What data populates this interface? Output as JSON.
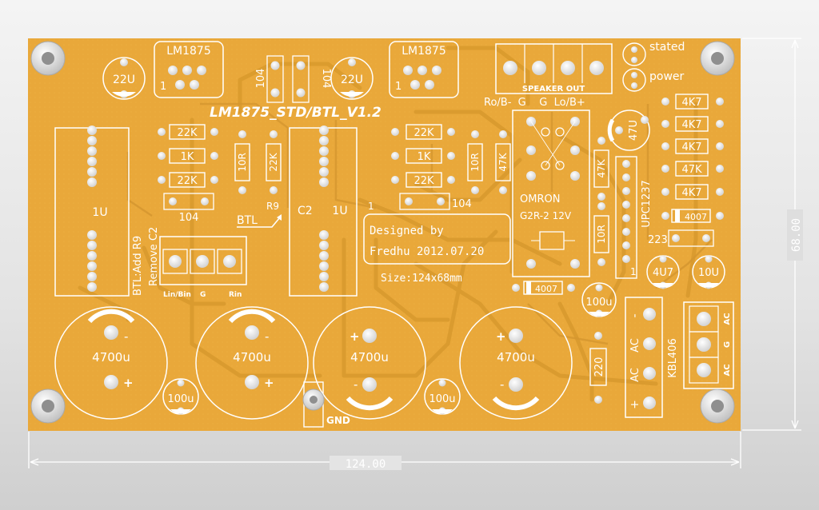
{
  "board": {
    "title": "LM1875_STD/BTL_V1.2",
    "designed_by": "Designed by",
    "designer_date": "Fredhu 2012.07.20",
    "size": "Size:124x68mm",
    "width_dim": "124.00",
    "height_dim": "68.00",
    "colors": {
      "board": "#e8a93a",
      "silk": "#ffffff",
      "pad": "#f2f2f2",
      "background": "#e6e6e6"
    }
  },
  "labels": {
    "lm1875_left": "LM1875",
    "lm1875_right": "LM1875",
    "c22u_left": "22U",
    "c22u_right": "22U",
    "cap104_a": "104",
    "cap104_b": "104",
    "cap104_c": "104",
    "cap104_d": "104",
    "r22k_1": "22K",
    "r1k_1": "1K",
    "r22k_2": "22K",
    "r10r_1": "10R",
    "r22k_v1": "22K",
    "r9": "R9",
    "r22k_3": "22K",
    "r1k_2": "1K",
    "r22k_4": "22K",
    "r10r_2": "10R",
    "r47k_1": "47K",
    "r47k_2": "47K",
    "r10r_3": "10R",
    "heatsink_left": "1U",
    "heatsink_right": "1U",
    "c2": "C2",
    "btl_arrow": "BTL",
    "btl_note1": "BTL:Add R9",
    "btl_note2": "Remove C2",
    "input_lbin": "Lin/Bin",
    "input_g": "G",
    "input_rin": "Rin",
    "cap4700_1": "4700u",
    "cap4700_2": "4700u",
    "cap4700_3": "4700u",
    "cap4700_4": "4700u",
    "cap100_1": "100u",
    "cap100_2": "100u",
    "cap100_3": "100u",
    "gnd": "GND",
    "speaker_out": "SPEAKER OUT",
    "spk_pins": "Ro/B-  G    G  Lo/B+",
    "stated": "stated",
    "power": "power",
    "r4k7_1": "4K7",
    "r4k7_2": "4K7",
    "r4k7_3": "4K7",
    "r47k_3": "47K",
    "r4k7_4": "4K7",
    "d4007_1": "4007",
    "d4007_2": "4007",
    "c47u": "47U",
    "upc": "UPC1237",
    "r223": "223",
    "c4u7": "4U7",
    "c10u": "10U",
    "omron": "OMRON",
    "relay": "G2R-2 12V",
    "r220": "220",
    "kbl": "KBL406",
    "kbl_ac1": "AC",
    "kbl_ac2": "AC",
    "kbl_minus": "-",
    "kbl_plus": "+",
    "ac_in_1": "AC",
    "ac_in_g": "G",
    "ac_in_2": "AC",
    "pin1_a": "1",
    "pin1_b": "1",
    "pin1_c": "1",
    "pin1_d": "1",
    "plus_1": "+",
    "plus_2": "+",
    "plus_3": "+",
    "plus_4": "+",
    "minus_1": "-",
    "minus_2": "-",
    "minus_3": "-",
    "minus_4": "-"
  }
}
